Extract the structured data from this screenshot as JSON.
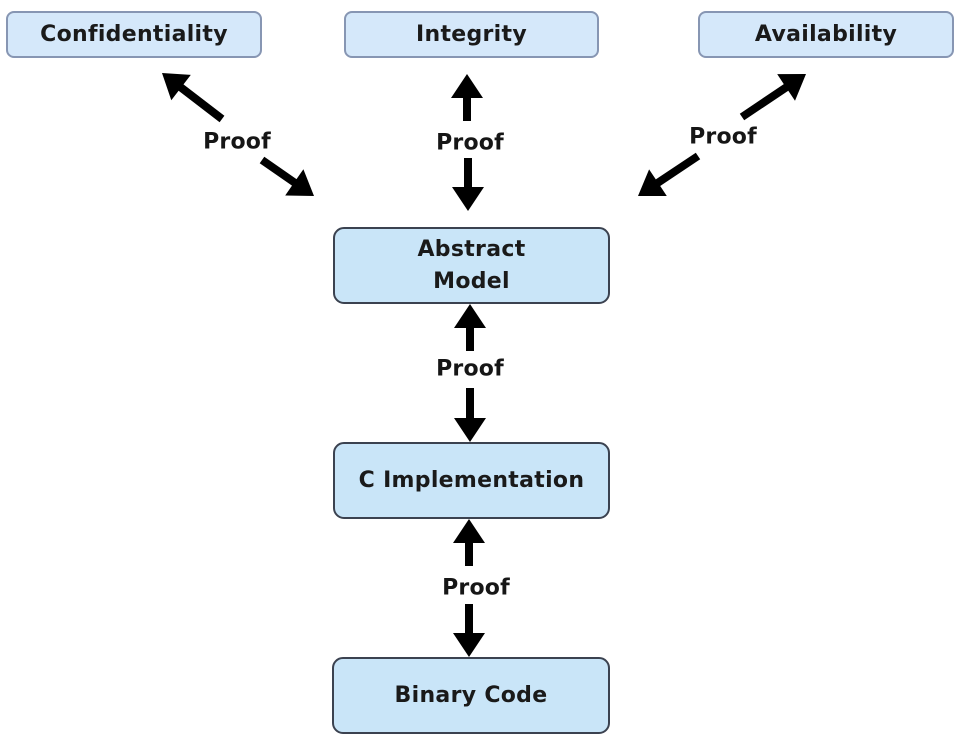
{
  "diagram": {
    "type": "verification-hierarchy",
    "properties": [
      {
        "id": "confidentiality",
        "label": "Confidentiality"
      },
      {
        "id": "integrity",
        "label": "Integrity"
      },
      {
        "id": "availability",
        "label": "Availability"
      }
    ],
    "layers": [
      {
        "id": "abstract-model",
        "label": "Abstract\nModel"
      },
      {
        "id": "c-implementation",
        "label": "C Implementation"
      },
      {
        "id": "binary-code",
        "label": "Binary Code"
      }
    ],
    "edges": [
      {
        "id": "conf-abstract",
        "from": "abstract-model",
        "to": "confidentiality",
        "label": "Proof",
        "bidirectional": true
      },
      {
        "id": "integ-abstract",
        "from": "abstract-model",
        "to": "integrity",
        "label": "Proof",
        "bidirectional": true
      },
      {
        "id": "avail-abstract",
        "from": "abstract-model",
        "to": "availability",
        "label": "Proof",
        "bidirectional": true
      },
      {
        "id": "abstract-c",
        "from": "c-implementation",
        "to": "abstract-model",
        "label": "Proof",
        "bidirectional": true
      },
      {
        "id": "c-binary",
        "from": "binary-code",
        "to": "c-implementation",
        "label": "Proof",
        "bidirectional": true
      }
    ]
  },
  "colors": {
    "node_fill": "#cfe6f7",
    "property_border": "#8796b3",
    "layer_border": "#3b4250",
    "arrow": "#000000",
    "text": "#1a1a1a"
  }
}
